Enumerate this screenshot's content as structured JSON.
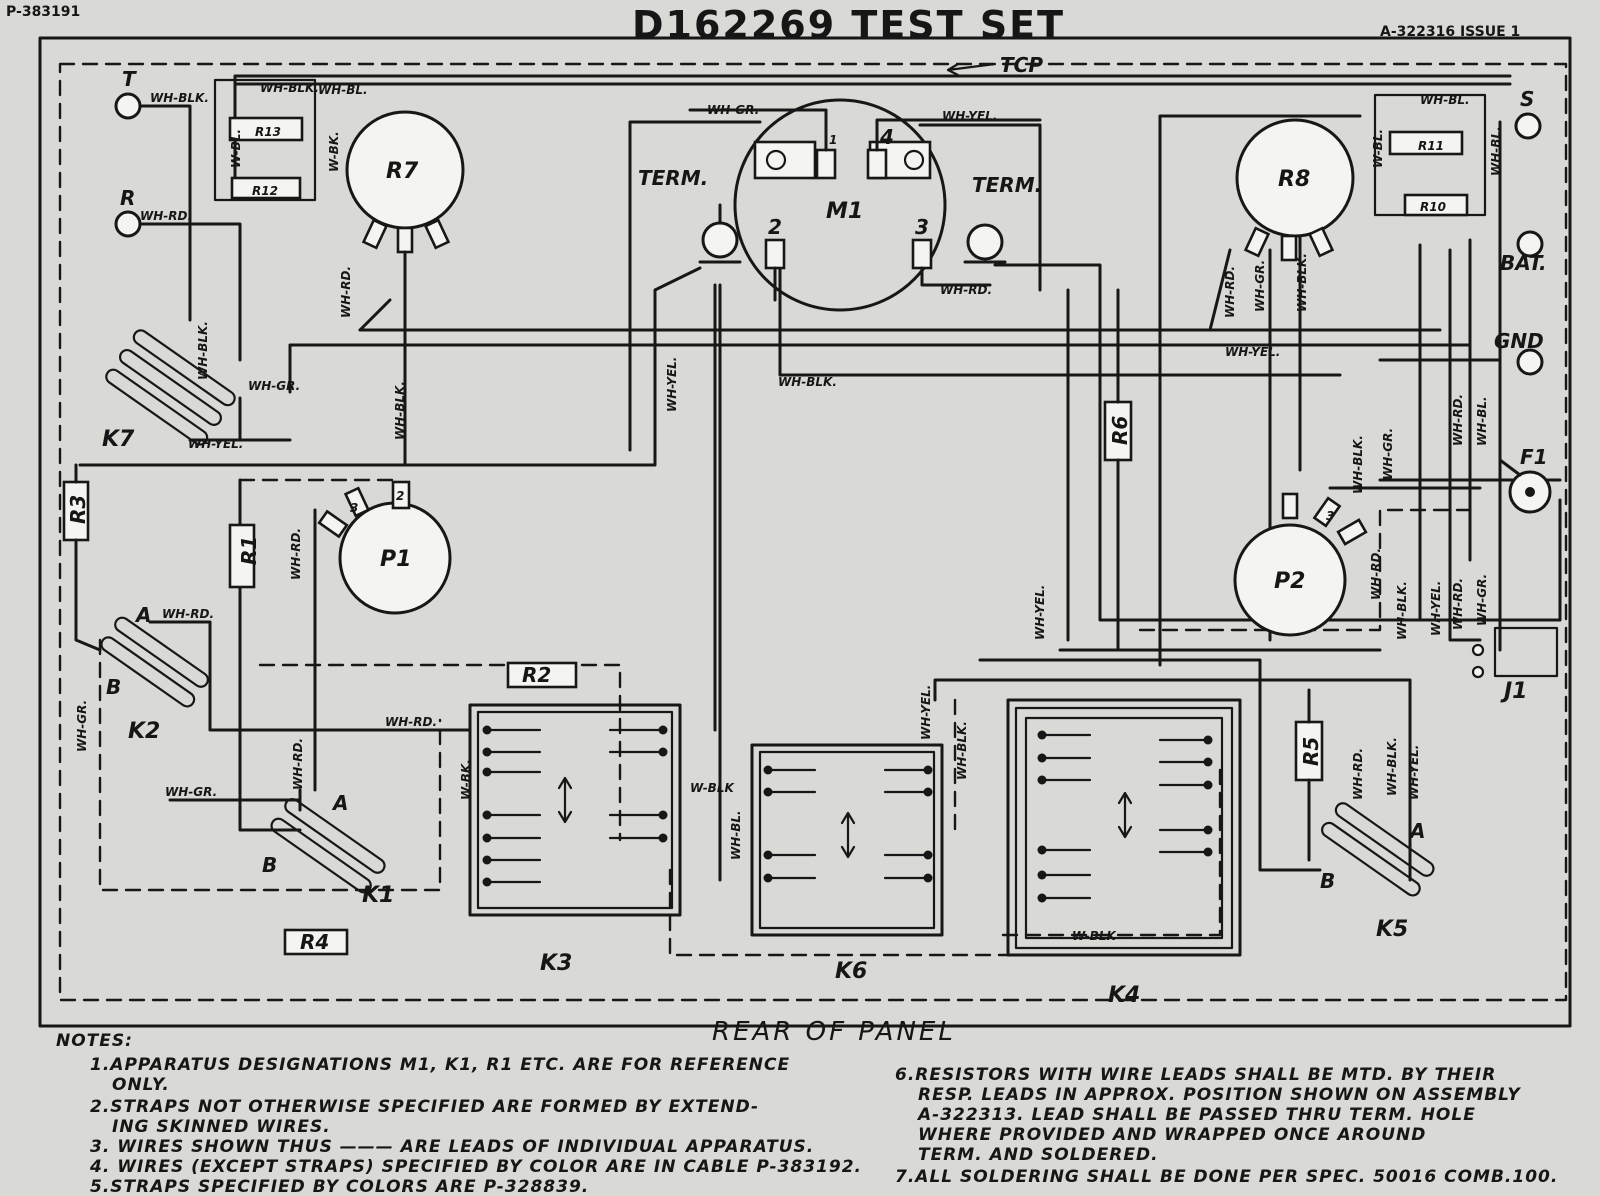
{
  "header": {
    "title": "D162269 TEST SET",
    "doc_number_left": "P-383191",
    "doc_number_right": "A-322316 ISSUE 1"
  },
  "diagram": {
    "top_label": "TCP",
    "bottom_label": "REAR OF PANEL",
    "components": {
      "M1": "M1",
      "R7": "R7",
      "R8": "R8",
      "P1": "P1",
      "P2": "P2",
      "R1": "R1",
      "R2": "R2",
      "R3": "R3",
      "R4": "R4",
      "R5": "R5",
      "R6": "R6",
      "R10": "R10",
      "R11": "R11",
      "R12": "R12",
      "R13": "R13",
      "K1": "K1",
      "K2": "K2",
      "K3": "K3",
      "K4": "K4",
      "K5": "K5",
      "K6": "K6",
      "K7": "K7",
      "F1": "F1",
      "J1": "J1",
      "term_left": "TERM.",
      "term_right": "TERM."
    },
    "terminals": {
      "T": "T",
      "R": "R",
      "S": "S",
      "BAT": "BAT.",
      "GND": "GND"
    },
    "pins": {
      "one": "1",
      "two": "2",
      "three": "3",
      "four": "4",
      "A": "A",
      "B": "B"
    },
    "wire_colors": {
      "wh_blk": "WH-BLK.",
      "wh_rd": "WH-RD.",
      "wh_gr": "WH-GR.",
      "wh_yel": "WH-YEL.",
      "wh_bl": "WH-BL.",
      "w_bl": "W-BL.",
      "w_bk": "W-BK.",
      "w_blk": "W-BLK"
    }
  },
  "notes": {
    "heading": "NOTES:",
    "left": [
      "1.APPARATUS DESIGNATIONS M1, K1, R1 ETC. ARE FOR REFERENCE",
      "ONLY.",
      "2.STRAPS NOT OTHERWISE SPECIFIED ARE FORMED BY EXTEND-",
      "ING SKINNED WIRES.",
      "3. WIRES SHOWN THUS ——— ARE LEADS OF INDIVIDUAL APPARATUS.",
      "4. WIRES (EXCEPT STRAPS) SPECIFIED BY COLOR ARE IN CABLE P-383192.",
      "5.STRAPS SPECIFIED BY COLORS ARE P-328839."
    ],
    "right": [
      "6.RESISTORS WITH WIRE LEADS SHALL BE MTD. BY THEIR",
      "RESP. LEADS IN APPROX. POSITION SHOWN ON ASSEMBLY",
      "A-322313. LEAD SHALL BE PASSED THRU TERM. HOLE",
      "WHERE PROVIDED AND WRAPPED ONCE AROUND",
      "TERM. AND SOLDERED.",
      "7.ALL SOLDERING SHALL BE DONE PER SPEC. 50016 COMB.100."
    ]
  }
}
